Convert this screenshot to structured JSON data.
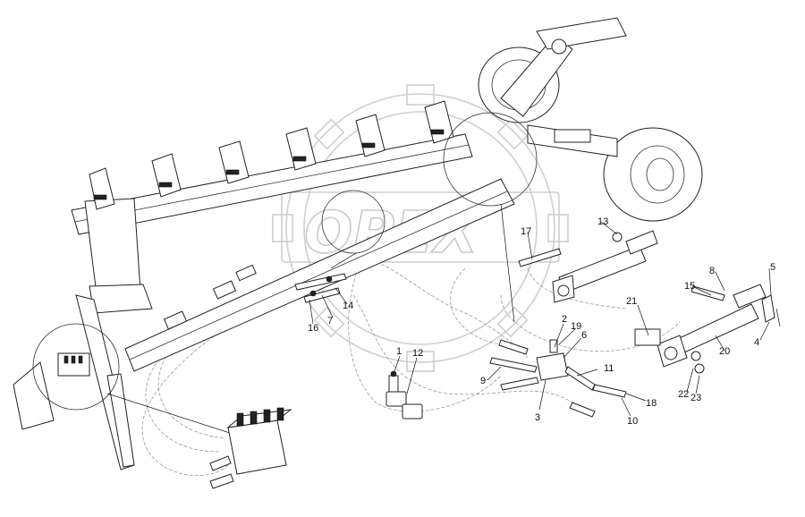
{
  "watermark": {
    "text": "OPEX"
  },
  "callouts": [
    {
      "id": "c1",
      "label": "1"
    },
    {
      "id": "c2",
      "label": "2"
    },
    {
      "id": "c3",
      "label": "3"
    },
    {
      "id": "c4",
      "label": "4"
    },
    {
      "id": "c5",
      "label": "5"
    },
    {
      "id": "c6",
      "label": "6"
    },
    {
      "id": "c7",
      "label": "7"
    },
    {
      "id": "c8",
      "label": "8"
    },
    {
      "id": "c9",
      "label": "9"
    },
    {
      "id": "c10",
      "label": "10"
    },
    {
      "id": "c11",
      "label": "11"
    },
    {
      "id": "c12",
      "label": "12"
    },
    {
      "id": "c13",
      "label": "13"
    },
    {
      "id": "c14",
      "label": "14"
    },
    {
      "id": "c15",
      "label": "15"
    },
    {
      "id": "c16",
      "label": "16"
    },
    {
      "id": "c17",
      "label": "17"
    },
    {
      "id": "c18",
      "label": "18"
    },
    {
      "id": "c19",
      "label": "19"
    },
    {
      "id": "c20",
      "label": "20"
    },
    {
      "id": "c21",
      "label": "21"
    },
    {
      "id": "c22",
      "label": "22"
    },
    {
      "id": "c23",
      "label": "23"
    }
  ]
}
